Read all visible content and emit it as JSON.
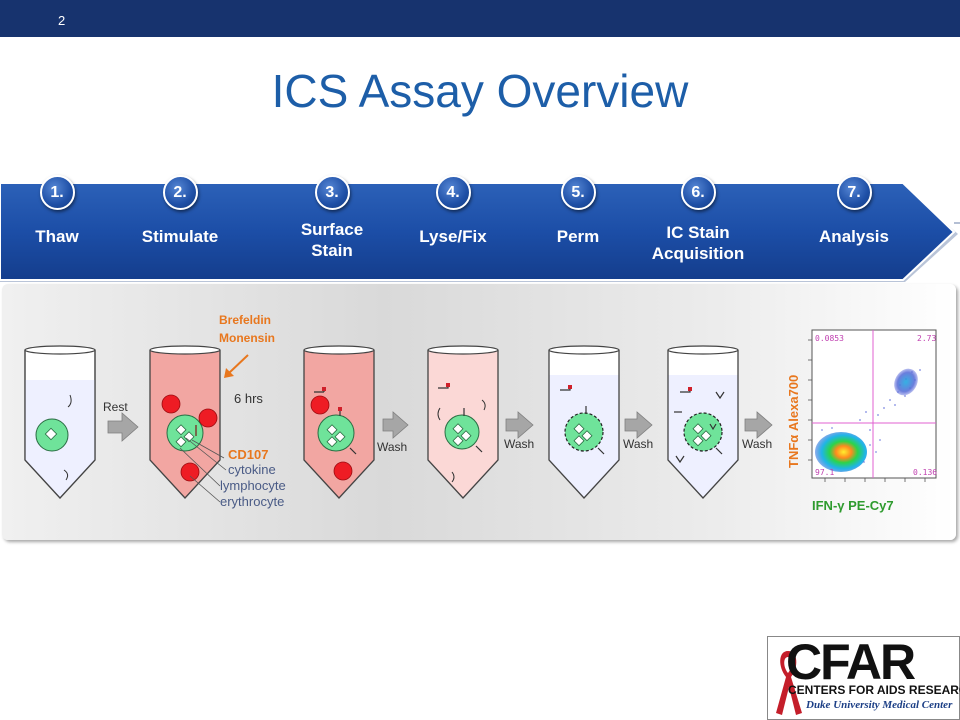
{
  "slide": {
    "page_number": "2",
    "title": "ICS Assay Overview"
  },
  "steps": [
    {
      "num": "1.",
      "label": "Thaw"
    },
    {
      "num": "2.",
      "label": "Stimulate"
    },
    {
      "num": "3.",
      "label": "Surface Stain"
    },
    {
      "num": "4.",
      "label": "Lyse/Fix"
    },
    {
      "num": "5.",
      "label": "Perm"
    },
    {
      "num": "6.",
      "label": "IC Stain Acquisition"
    },
    {
      "num": "7.",
      "label": "Analysis"
    }
  ],
  "diagram": {
    "brefeldin": "Brefeldin",
    "monensin": "Monensin",
    "rest": "Rest",
    "incubation": "6 hrs",
    "wash": "Wash",
    "legend": {
      "cd107": "CD107",
      "cytokine": "cytokine",
      "lymphocyte": "lymphocyte",
      "erythrocyte": "erythrocyte"
    }
  },
  "flow_plot": {
    "y_label": "TNFα Alexa700",
    "x_label": "IFN-γ PE-Cy7",
    "q_upper_left": "0.0853",
    "q_upper_right": "2.73",
    "q_lower_left": "97.1",
    "q_lower_right": "0.136"
  },
  "logo": {
    "name": "CFAR",
    "line1": "CENTERS FOR AIDS RESEARCH",
    "line2": "Duke University Medical Center"
  },
  "colors": {
    "header": "#17336e",
    "title": "#1d5ea8",
    "banner": "#1e4fa6",
    "orange": "#e8771e",
    "cell": "#6fe39a",
    "erythrocyte": "#ee1c24"
  }
}
